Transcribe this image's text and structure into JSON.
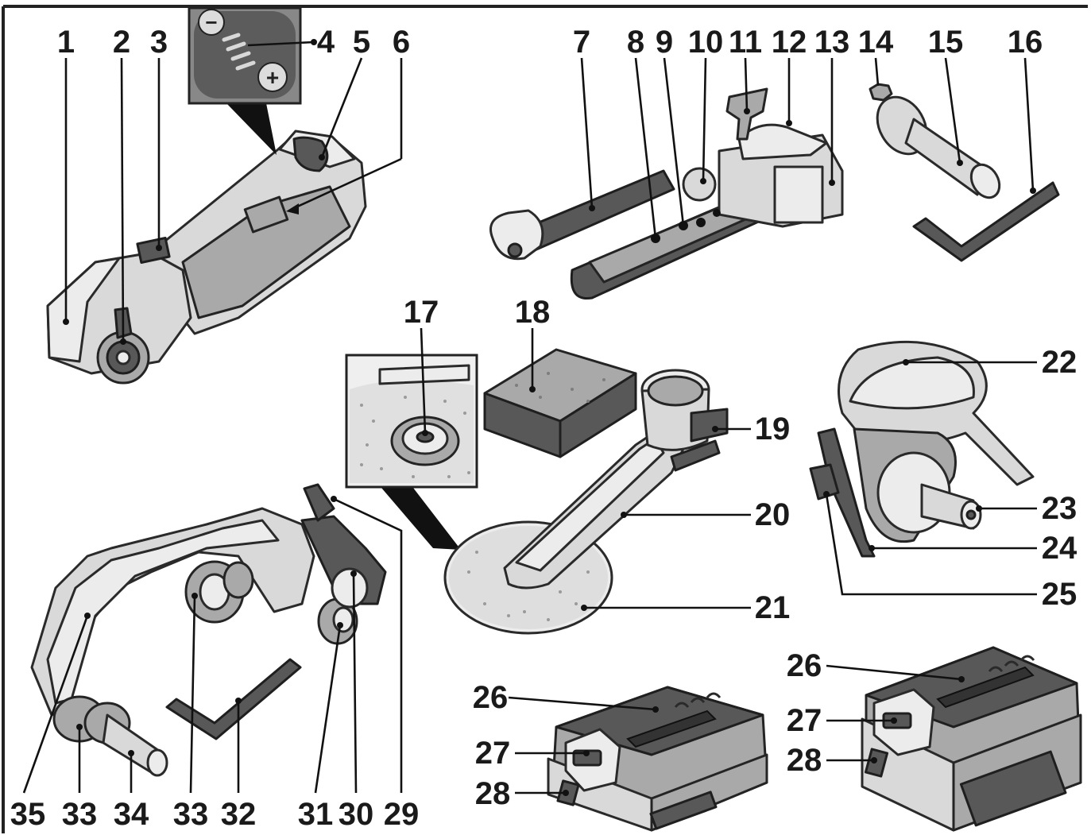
{
  "callouts": [
    "1",
    "2",
    "3",
    "4",
    "5",
    "6",
    "7",
    "8",
    "9",
    "10",
    "11",
    "12",
    "13",
    "14",
    "15",
    "16",
    "17",
    "18",
    "19",
    "20",
    "21",
    "22",
    "23",
    "24",
    "25",
    "26",
    "27",
    "28",
    "29",
    "30",
    "31",
    "32",
    "33",
    "34",
    "35"
  ],
  "inset_glyphs": {
    "minus": "−",
    "plus": "+"
  }
}
